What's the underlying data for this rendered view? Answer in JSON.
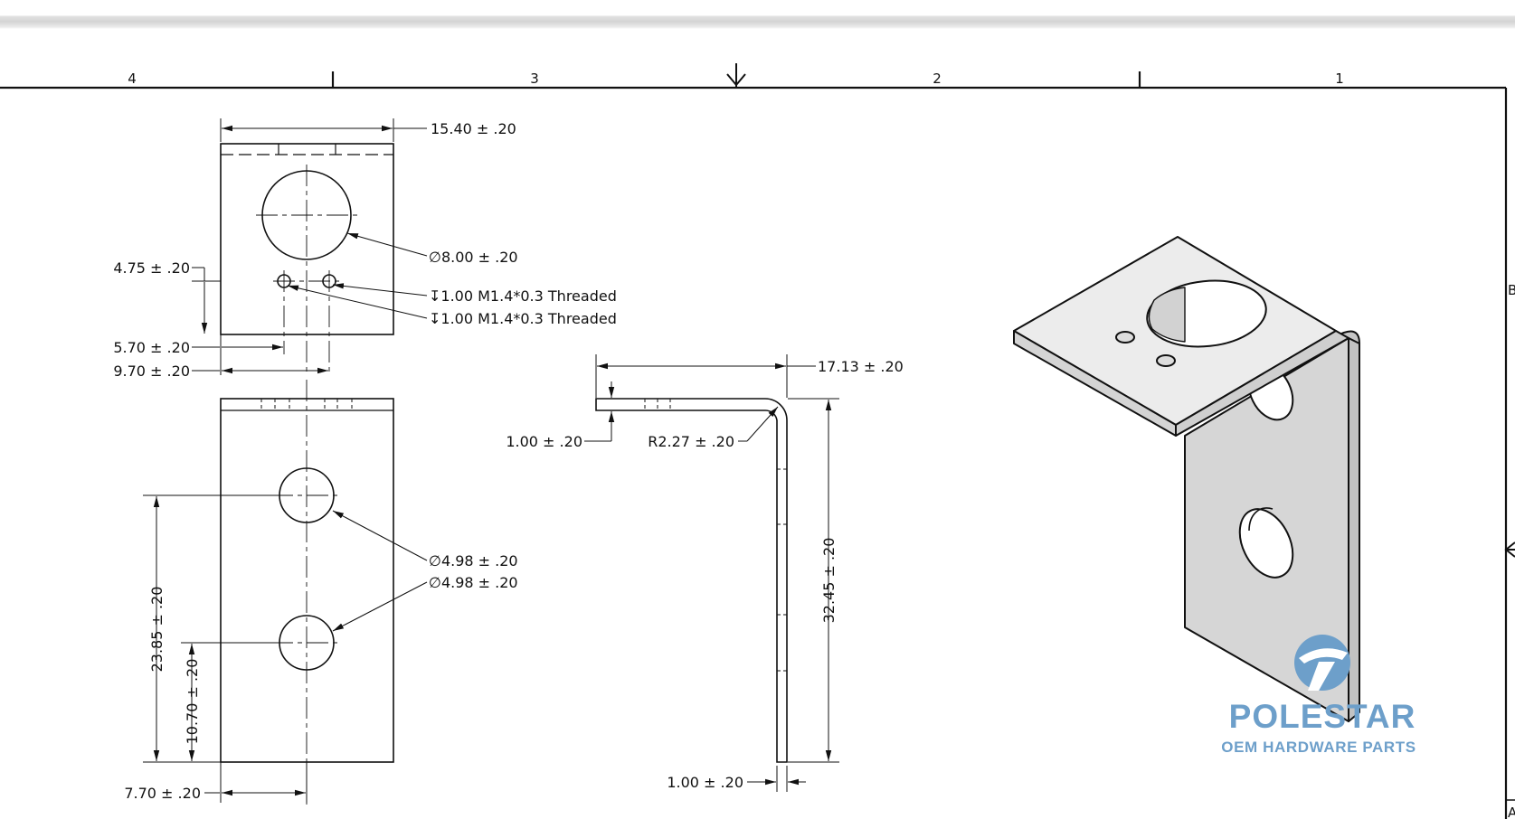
{
  "zones": {
    "z4": "4",
    "z3": "3",
    "z2": "2",
    "z1": "1",
    "row_b": "B",
    "row_a": "A"
  },
  "dimensions": {
    "top_width": "15.40 ± .20",
    "big_hole_dia": "∅8.00 ± .20",
    "tap_hole_1": "↧1.00 M1.4*0.3 Threaded",
    "tap_hole_2": "↧1.00 M1.4*0.3 Threaded",
    "tap_y": "4.75 ± .20",
    "tap_x1": "5.70 ± .20",
    "tap_x2": "9.70 ± .20",
    "hole_dia_1": "∅4.98 ± .20",
    "hole_dia_2": "∅4.98 ± .20",
    "hole_spacing": "23.85 ± .20",
    "hole_lower": "10.70 ± .20",
    "hole_center_x": "7.70 ± .20",
    "flange_length": "17.13 ± .20",
    "thickness_top": "1.00 ± .20",
    "bend_radius": "R2.27 ± .20",
    "leg_height": "32.45 ± .20",
    "thickness_bottom": "1.00 ± .20"
  },
  "logo": {
    "name": "POLESTAR",
    "tagline": "OEM HARDWARE PARTS"
  },
  "colors": {
    "line": "#111111",
    "part_fill": "#dadada",
    "part_fill_light": "#e8e8e8",
    "logo": "#6d9fca"
  },
  "icons": {
    "title_block_marker": "centering-arrow-icon"
  }
}
